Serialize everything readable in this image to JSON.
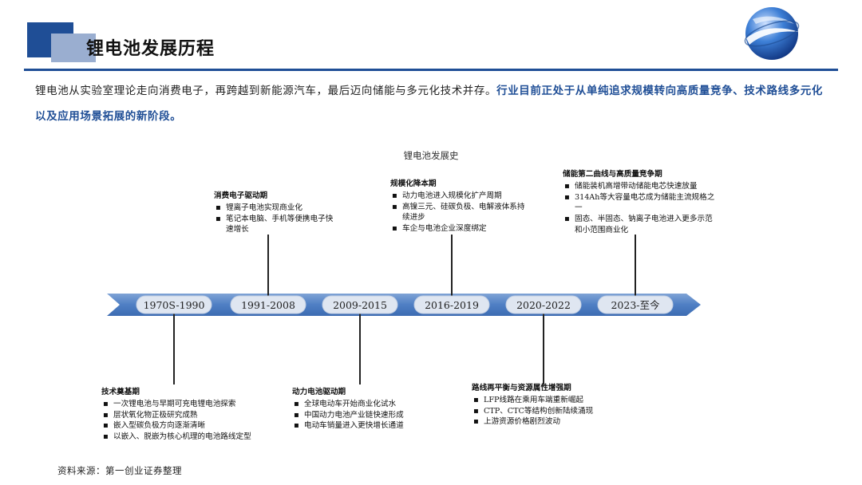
{
  "header": {
    "title": "锂电池发展历程",
    "colors": {
      "primary": "#1f4e96",
      "light": "#9aaed0"
    },
    "logo_icon": "globe-logo-icon"
  },
  "intro": {
    "plain": "锂电池从实验室理论走向消费电子，再跨越到新能源汽车，最后迈向储能与多元化技术并存。",
    "highlight": "行业目前正处于从单纯追求规模转向高质量竞争、技术路线多元化以及应用场景拓展的新阶段。"
  },
  "timeline": {
    "title": "锂电池发展史",
    "eras": [
      "1970S-1990",
      "1991-2008",
      "2009-2015",
      "2016-2019",
      "2020-2022",
      "2023-至今"
    ]
  },
  "phases": [
    {
      "title": "技术奠基期",
      "items": [
        "一次锂电池与早期可充电锂电池探索",
        "层状氧化物正极研究成熟",
        "嵌入型碳负极方向逐渐清晰",
        "以嵌入、脱嵌为核心机理的电池路线定型"
      ]
    },
    {
      "title": "消费电子驱动期",
      "items": [
        "锂离子电池实现商业化",
        "笔记本电脑、手机等便携电子快速增长"
      ]
    },
    {
      "title": "动力电池驱动期",
      "items": [
        "全球电动车开始商业化试水",
        "中国动力电池产业链快速形成",
        "电动车销量进入更快增长通道"
      ]
    },
    {
      "title": "规模化降本期",
      "items": [
        "动力电池进入规模化扩产周期",
        "高镍三元、硅碳负极、电解液体系持续进步",
        "车企与电池企业深度绑定"
      ]
    },
    {
      "title": "路线再平衡与资源属性增强期",
      "items": [
        "LFP线路在乘用车端重新崛起",
        "CTP、CTC等结构创新陆续涌现",
        "上游资源价格剧烈波动"
      ]
    },
    {
      "title": "储能第二曲线与高质量竞争期",
      "items": [
        "储能装机高增带动储能电芯快速放量",
        "314Ah等大容量电芯成为储能主流规格之一",
        "固态、半固态、钠离子电池进入更多示范和小范围商业化"
      ]
    }
  ],
  "source": "资料来源：第一创业证券整理"
}
